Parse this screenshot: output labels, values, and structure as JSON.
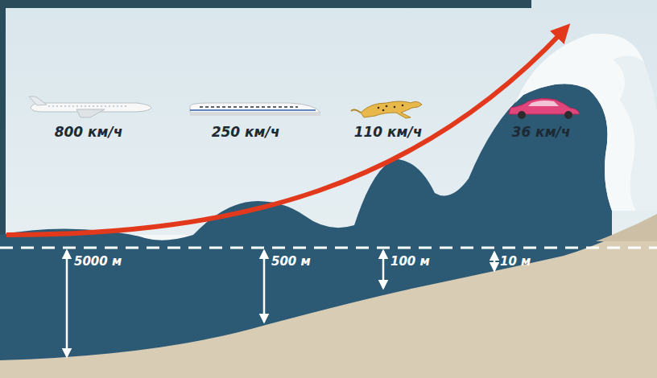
{
  "diagram": {
    "labels": [
      "800 км/ч",
      "250 км/ч",
      "110 км/ч",
      "36 км/ч",
      "5000 м",
      "500 м",
      "100 м",
      "10 м"
    ]
  }
}
